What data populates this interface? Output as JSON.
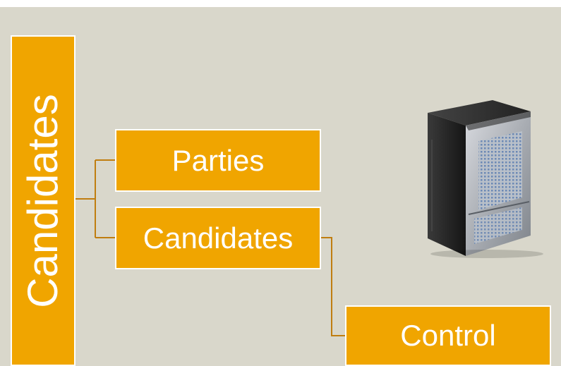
{
  "diagram": {
    "colors": {
      "background": "#d9d7cb",
      "box_fill": "#f0a500",
      "box_border": "#ffffff",
      "box_text": "#ffffff",
      "connector": "#c07d10"
    },
    "root_label": "Candidates",
    "children": [
      {
        "label": "Parties"
      },
      {
        "label": "Candidates"
      }
    ],
    "grandchild": {
      "label": "Control"
    },
    "illustration": "server-tower-icon"
  }
}
